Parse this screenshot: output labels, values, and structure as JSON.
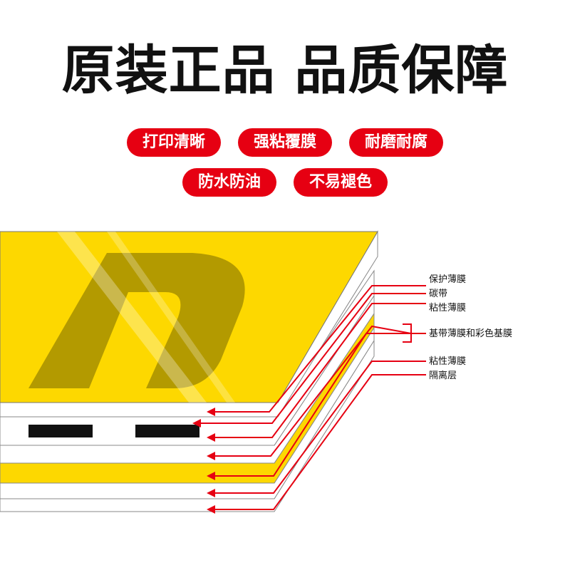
{
  "headline": "原装正品 品质保障",
  "badges": {
    "row1": [
      "打印清晰",
      "强粘覆膜",
      "耐磨耐腐"
    ],
    "row2": [
      "防水防油",
      "不易褪色"
    ]
  },
  "layers": {
    "protective_film": "保护薄膜",
    "carbon_ribbon": "碳带",
    "adhesive_film_top": "粘性薄膜",
    "base_and_color_film": "基带薄膜和彩色基膜",
    "adhesive_film_bottom": "粘性薄膜",
    "release_layer": "隔离层"
  },
  "colors": {
    "accent_red": "#e60012",
    "label_yellow": "#fdd800",
    "print_olive": "#b39a00",
    "barcode_black": "#111111"
  }
}
